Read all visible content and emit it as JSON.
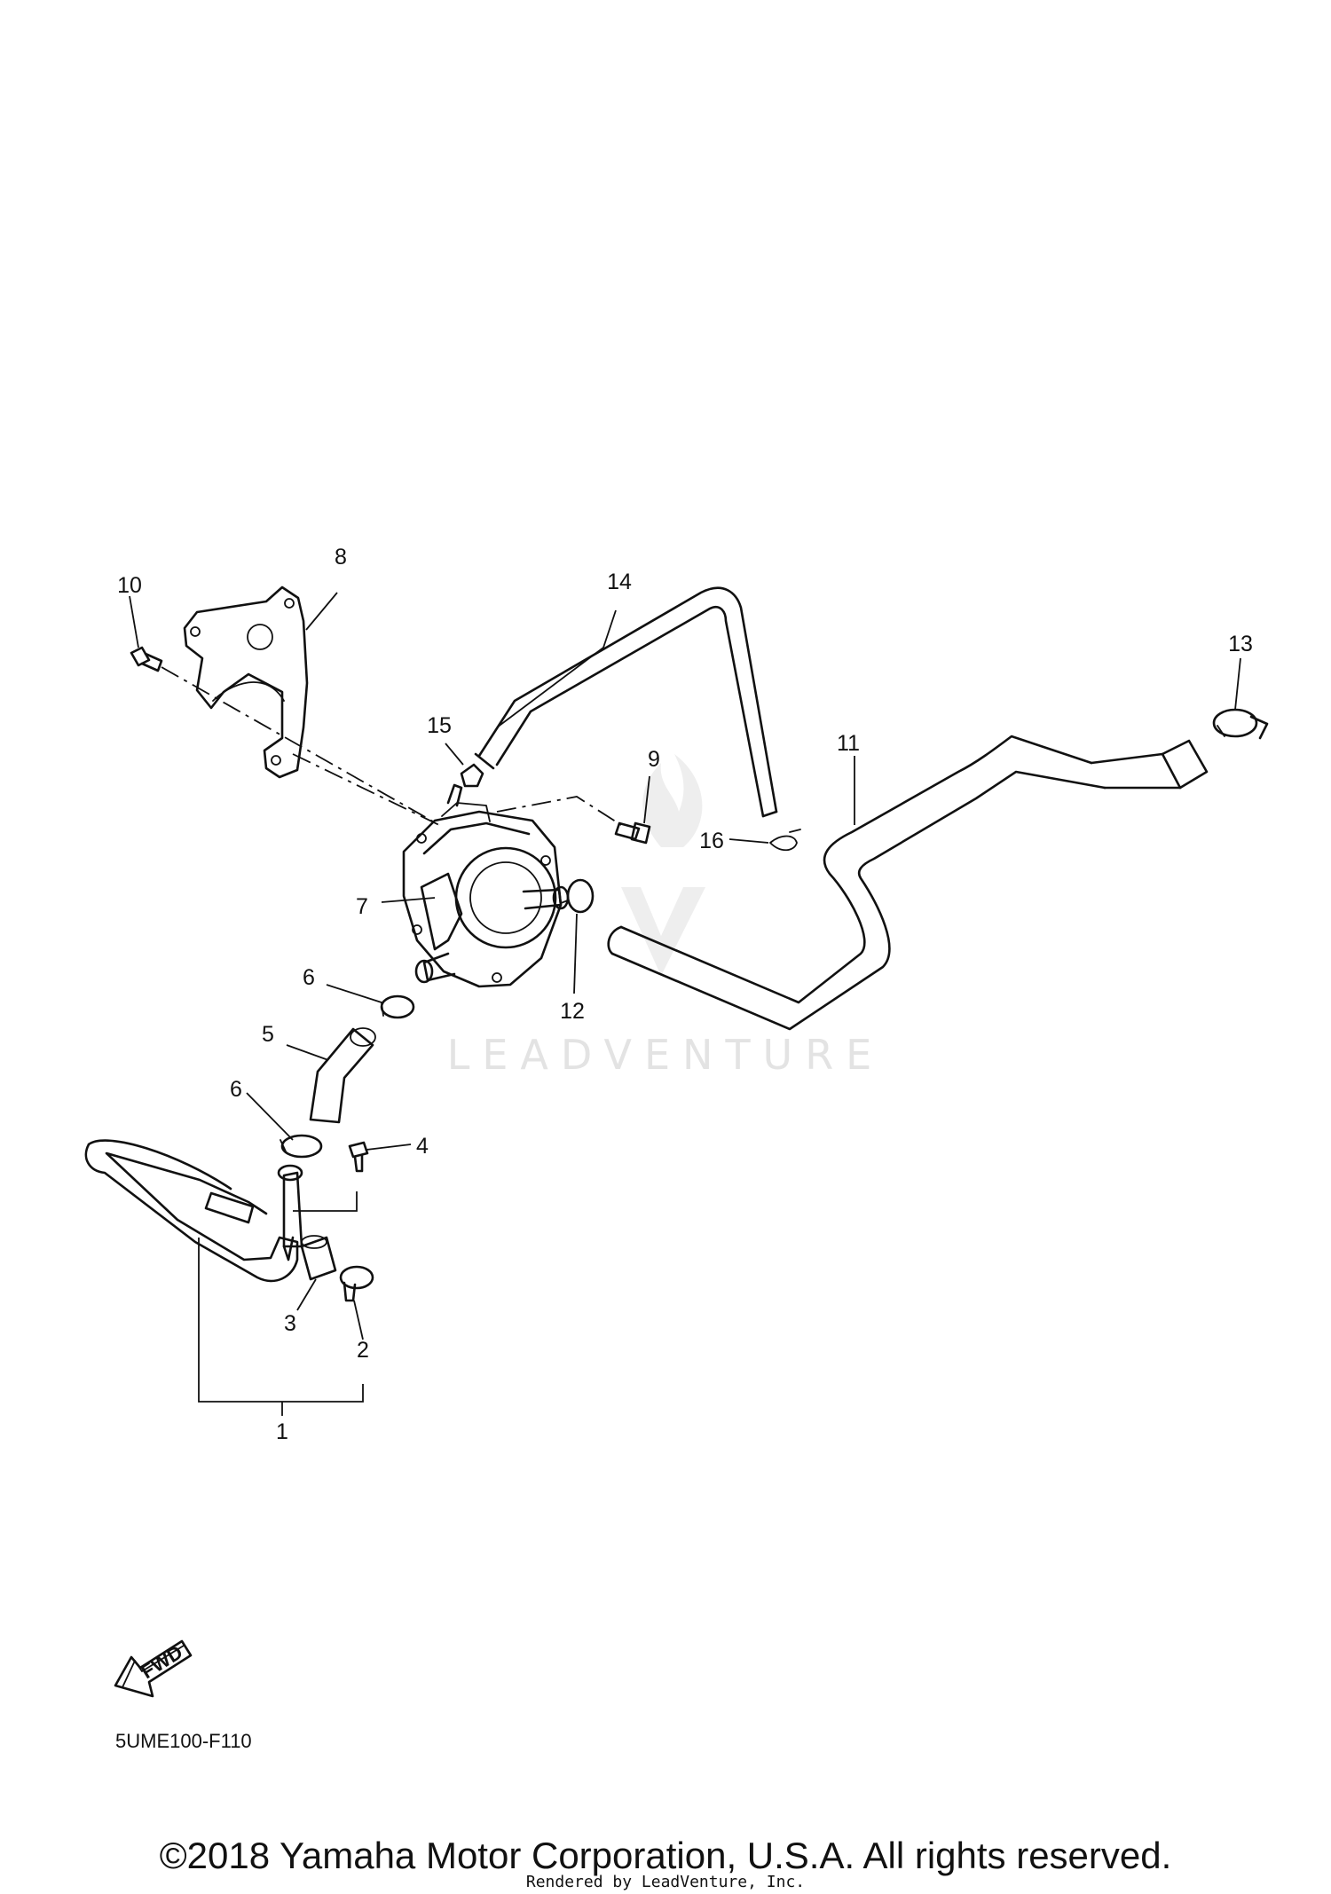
{
  "callouts": [
    "1",
    "2",
    "3",
    "4",
    "5",
    "6",
    "6",
    "7",
    "8",
    "9",
    "10",
    "11",
    "12",
    "13",
    "14",
    "15",
    "16"
  ],
  "fwd_label": "FWD",
  "diagram_code": "5UME100-F110",
  "watermark": "LEADVENTURE",
  "copyright": "©2018 Yamaha Motor Corporation, U.S.A. All rights reserved.",
  "rendered_by": "Rendered by LeadVenture, Inc."
}
